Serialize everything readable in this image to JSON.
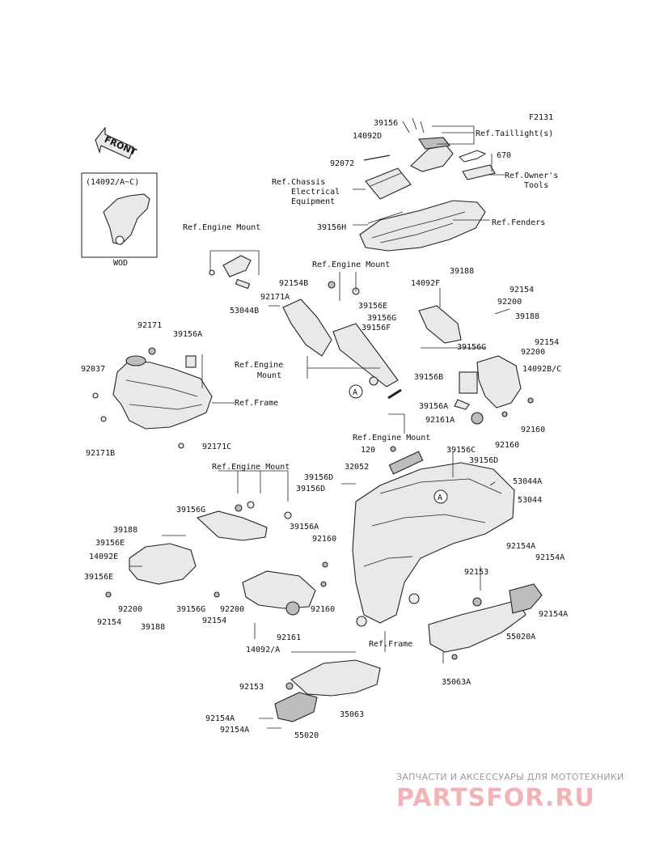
{
  "diagram": {
    "figure_code": "F2131",
    "front_label": "FRONT",
    "inset_caption": "(14092/A~C)",
    "inset_sub": "WOD",
    "circle_mark": "A",
    "labels": {
      "l1": "39156",
      "l2": "14092D",
      "l3": "Ref.Taillight(s)",
      "l4": "92072",
      "l5": "670",
      "l6": "Ref.Chassis",
      "l7": "Electrical",
      "l8": "Equipment",
      "l9": "Ref.Owner's",
      "l10": "Tools",
      "l11": "39156H",
      "l12": "Ref.Fenders",
      "l13": "Ref.Engine Mount",
      "l14": "53044B",
      "l15": "Ref.Engine Mount",
      "l16": "92154B",
      "l17": "92171A",
      "l18": "14092F",
      "l19": "39188",
      "l20": "92154",
      "l21": "92200",
      "l22": "39188",
      "l23": "39156E",
      "l24": "39156G",
      "l25": "39156F",
      "l26": "39156G",
      "l27": "92171",
      "l28": "39156A",
      "l29": "92154",
      "l30": "92200",
      "l31": "92037",
      "l32": "Ref.Engine",
      "l33": "Mount",
      "l34": "39156B",
      "l35": "14092B/C",
      "l36": "Ref.Frame",
      "l37": "39156A",
      "l38": "92161A",
      "l39": "92160",
      "l40": "92160",
      "l41": "92171B",
      "l42": "92171C",
      "l43": "Ref.Engine Mount",
      "l44": "120",
      "l45": "39156C",
      "l46": "32052",
      "l47": "39156D",
      "l48": "Ref.Engine Mount",
      "l49": "39156D",
      "l50": "53044A",
      "l51": "39156D",
      "l52": "53044",
      "l53": "39156G",
      "l54": "39188",
      "l55": "39156A",
      "l56": "92160",
      "l57": "39156E",
      "l58": "14092E",
      "l59": "92154A",
      "l60": "92154A",
      "l61": "39156E",
      "l62": "92153",
      "l63": "92200",
      "l64": "92200",
      "l65": "92154",
      "l66": "39156G",
      "l67": "92154",
      "l68": "39188",
      "l69": "92161",
      "l70": "92160",
      "l71": "14092/A",
      "l72": "Ref.Frame",
      "l73": "55020A",
      "l74": "92154A",
      "l75": "35063A",
      "l76": "92153",
      "l77": "92154A",
      "l78": "35063",
      "l79": "92154A",
      "l80": "55020"
    }
  },
  "watermark": {
    "subtitle": "ЗАПЧАСТИ И АКСЕССУАРЫ ДЛЯ МОТОТЕХНИКИ",
    "brand": "PARTSFOR.RU",
    "brand_color": "#f3b3b6"
  }
}
